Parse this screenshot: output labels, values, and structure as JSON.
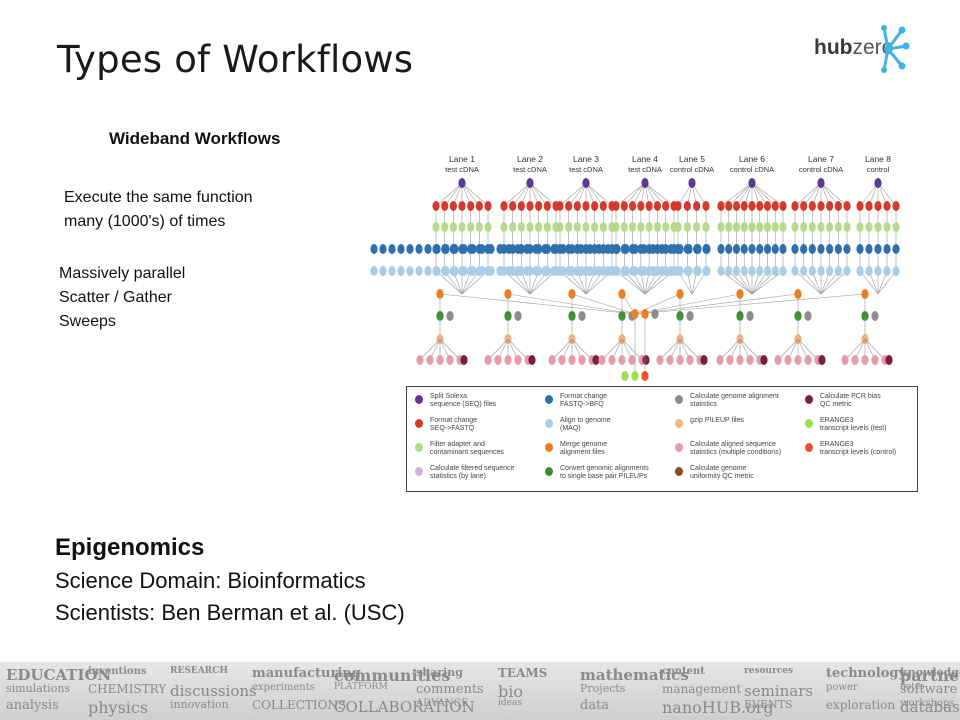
{
  "slide": {
    "title": "Types of Workflows"
  },
  "logo": {
    "text_main": "hub",
    "text_zero": "zero",
    "icon": "network-hub-icon",
    "color": "#3db3e6"
  },
  "left_panel": {
    "subheading": "Wideband Workflows",
    "description": [
      "Execute the same function",
      "many (1000's) of times"
    ],
    "properties": [
      "Massively parallel",
      "Scatter / Gather",
      "Sweeps"
    ]
  },
  "diagram": {
    "lanes": [
      {
        "name": "Lane 1",
        "sample": "test cDNA"
      },
      {
        "name": "Lane 2",
        "sample": "test cDNA"
      },
      {
        "name": "Lane 3",
        "sample": "test cDNA"
      },
      {
        "name": "Lane 4",
        "sample": "test cDNA"
      },
      {
        "name": "Lane 5",
        "sample": "control cDNA"
      },
      {
        "name": "Lane 6",
        "sample": "control cDNA"
      },
      {
        "name": "Lane 7",
        "sample": "control cDNA"
      },
      {
        "name": "Lane 8",
        "sample": "control"
      }
    ],
    "colors": {
      "split": "#5b3a91",
      "format_fastq": "#d63a2f",
      "filter": "#b6d98c",
      "stats_lane": "#a9cde6",
      "format_bfq": "#2e6fae",
      "align": "#a9cde6",
      "merge": "#ee7d1f",
      "pileup": "#3a8f2e",
      "stats_align": "#8c8c8c",
      "gzip": "#f3b27d",
      "aligned_multi": "#e89aaa",
      "uniformity": "#8a4a2a",
      "pcr": "#7a1f3d",
      "erange_test": "#9be14a",
      "erange_control": "#e8502e"
    },
    "legend": [
      {
        "label": "Split Solexa\nsequence (SEQ) files",
        "color": "#5b3a91"
      },
      {
        "label": "Format change\nSEQ->FASTQ",
        "color": "#d63a2f"
      },
      {
        "label": "Filter adapter and\ncontaminant sequences",
        "color": "#b6d98c"
      },
      {
        "label": "Calculate filtered sequence\nstatistics (by lane)",
        "color": "#c9b3dd"
      },
      {
        "label": "Format change\nFASTQ->BFQ",
        "color": "#2e6fae"
      },
      {
        "label": "Align to genome\n(MAQ)",
        "color": "#a9cde6"
      },
      {
        "label": "Merge genome\nalignment files",
        "color": "#ee7d1f"
      },
      {
        "label": "Convert genomic alignments\nto single base pair PILEUPs",
        "color": "#3a8f2e"
      },
      {
        "label": "Calculate genome alignment\nstatistics",
        "color": "#8c8c8c"
      },
      {
        "label": "gzip PILEUP files",
        "color": "#f3b27d"
      },
      {
        "label": "Calculate aligned sequence\nstatistics (multiple conditions)",
        "color": "#e89aaa"
      },
      {
        "label": "Calculate genome\nuniformity QC metric",
        "color": "#8a4a2a"
      },
      {
        "label": "Calculate PCR bias\nQC metric",
        "color": "#7a1f3d"
      },
      {
        "label": "ERANGE3\ntranscript levels (test)",
        "color": "#9be14a"
      },
      {
        "label": "ERANGE3\ntranscript levels (control)",
        "color": "#e8502e"
      }
    ]
  },
  "project": {
    "title": "Epigenomics",
    "domain": "Science Domain: Bioinformatics",
    "scientists": "Scientists: Ben Berman et al. (USC)"
  },
  "footer": {
    "words": [
      "EDUCATION",
      "simulations",
      "analysis",
      "inventions",
      "CHEMISTRY",
      "physics",
      "RESEARCH",
      "discussions",
      "innovation",
      "manufacturing",
      "experiments",
      "COLLECTIONS",
      "communities",
      "PLATFORM",
      "COLLABORATION",
      "sharing",
      "comments",
      "ADVANCE",
      "TEAMS",
      "bio",
      "ideas",
      "mathematics",
      "Projects",
      "data",
      "content",
      "management",
      "nanoHUB.org",
      "resources",
      "seminars",
      "EVENTS",
      "technology",
      "power",
      "exploration",
      "partnership",
      "notes",
      "databases",
      "knowledge",
      "software",
      "workshops"
    ]
  }
}
